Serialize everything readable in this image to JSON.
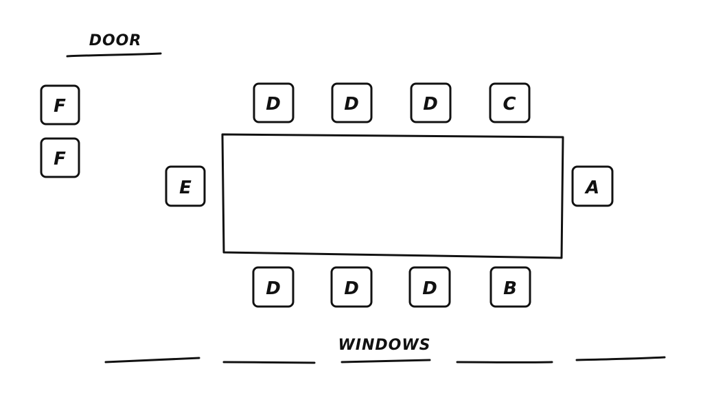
{
  "labels": {
    "door": "DOOR",
    "windows": "WINDOWS"
  },
  "seats": {
    "f_top": "F",
    "f_bottom": "F",
    "top_1": "D",
    "top_2": "D",
    "top_3": "D",
    "top_4": "C",
    "left": "E",
    "right": "A",
    "bottom_1": "D",
    "bottom_2": "D",
    "bottom_3": "D",
    "bottom_4": "B"
  }
}
